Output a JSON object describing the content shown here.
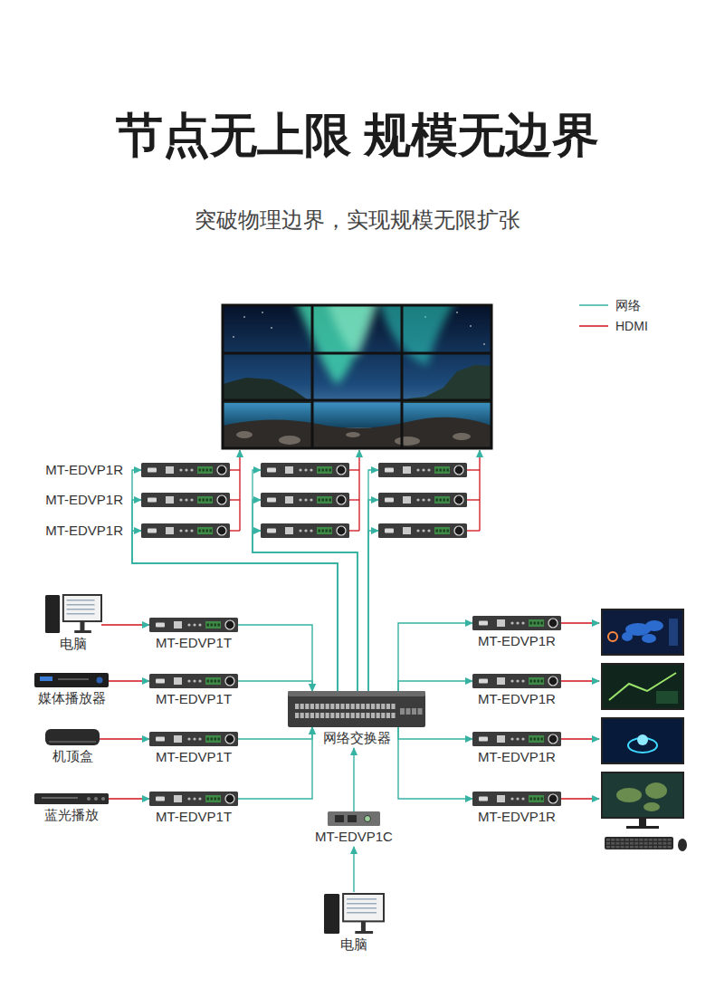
{
  "diagram": {
    "title": "节点无上限 规模无边界",
    "caption": "突破物理边界，实现规模无限扩张",
    "nodes": [
      {
        "text": [
          "MT-EDVP1R"
        ]
      },
      {
        "text": [
          "MT-EDVP1R"
        ]
      },
      {
        "text": [
          "MT-EDVP1R"
        ]
      },
      {
        "text": [
          "电脑"
        ]
      },
      {
        "text": [
          "MT-EDVP1T"
        ]
      },
      {
        "text": [
          "MT-EDVP1R"
        ]
      },
      {
        "text": [
          "媒体播放器"
        ]
      },
      {
        "text": [
          "MT-EDVP1T"
        ]
      },
      {
        "text": [
          "MT-EDVP1R"
        ]
      },
      {
        "text": [
          "网络交换器"
        ]
      },
      {
        "text": [
          "机顶盒"
        ]
      },
      {
        "text": [
          "MT-EDVP1T"
        ]
      },
      {
        "text": [
          "MT-EDVP1R"
        ]
      },
      {
        "text": [
          "蓝光播放"
        ]
      },
      {
        "text": [
          "MT-EDVP1T"
        ]
      },
      {
        "text": [
          "MT-EDVP1R"
        ]
      },
      {
        "text": [
          "MT-EDVP1C"
        ]
      },
      {
        "text": [
          "电脑"
        ]
      }
    ],
    "edges": [
      {
        "from": 9,
        "to": 0,
        "arrow": "to"
      },
      {
        "from": 9,
        "to": 1,
        "arrow": "to"
      },
      {
        "from": 9,
        "to": 2,
        "arrow": "to"
      },
      {
        "from": 3,
        "to": 4,
        "arrow": "to"
      },
      {
        "from": 6,
        "to": 7,
        "arrow": "to"
      },
      {
        "from": 10,
        "to": 11,
        "arrow": "to"
      },
      {
        "from": 13,
        "to": 14,
        "arrow": "to"
      },
      {
        "from": 4,
        "to": 9,
        "arrow": "to"
      },
      {
        "from": 7,
        "to": 9,
        "arrow": "to"
      },
      {
        "from": 11,
        "to": 9,
        "arrow": "to"
      },
      {
        "from": 14,
        "to": 9,
        "arrow": "to"
      },
      {
        "from": 9,
        "to": 5,
        "arrow": "to"
      },
      {
        "from": 9,
        "to": 8,
        "arrow": "to"
      },
      {
        "from": 9,
        "to": 12,
        "arrow": "to"
      },
      {
        "from": 9,
        "to": 15,
        "arrow": "to"
      },
      {
        "from": 16,
        "to": 9,
        "arrow": "to"
      },
      {
        "from": 17,
        "to": 16,
        "arrow": "to"
      }
    ],
    "legend": [
      {
        "text": "网络"
      },
      {
        "text": "HDMI"
      }
    ]
  }
}
